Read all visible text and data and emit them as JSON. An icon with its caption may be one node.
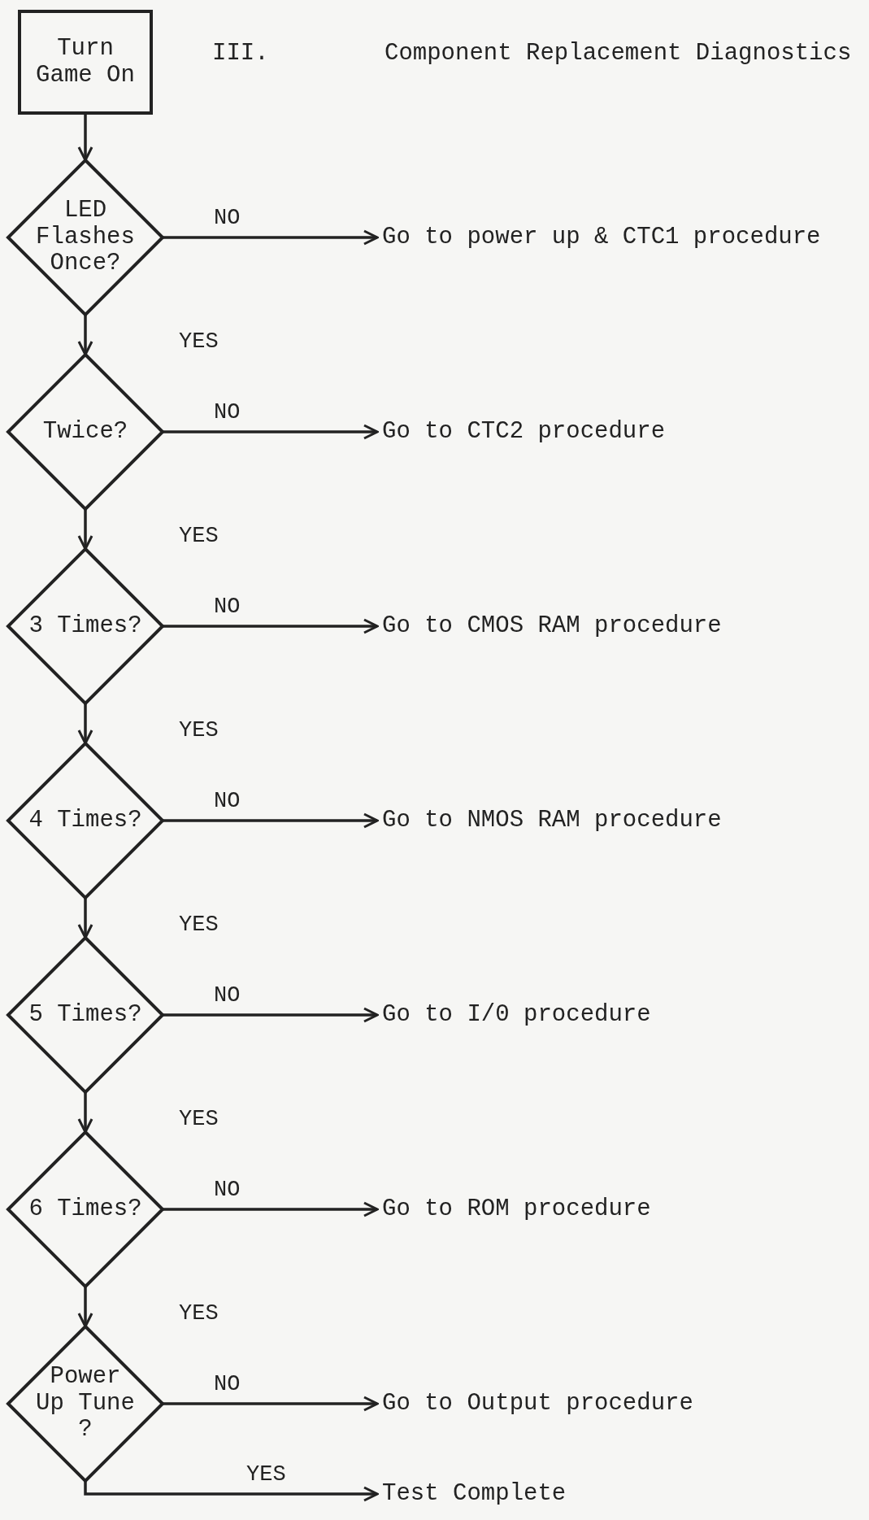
{
  "diagram": {
    "title": "Component Replacement Diagnostics",
    "nodes": [
      {
        "text": [
          "Turn Game On"
        ]
      },
      {
        "text": [
          "LED Flashes Once?"
        ]
      },
      {
        "text": [
          "Go to power up & CTC1 procedure"
        ]
      },
      {
        "text": [
          "Twice?"
        ]
      },
      {
        "text": [
          "Go to CTC2 procedure"
        ]
      },
      {
        "text": [
          "3 Times?"
        ]
      },
      {
        "text": [
          "Go to CMOS RAM procedure"
        ]
      },
      {
        "text": [
          "4 Times?"
        ]
      },
      {
        "text": [
          "Go to NMOS RAM procedure"
        ]
      },
      {
        "text": [
          "5 Times?"
        ]
      },
      {
        "text": [
          "Go to I/0 procedure"
        ]
      },
      {
        "text": [
          "6 Times?"
        ]
      },
      {
        "text": [
          "Go to ROM procedure"
        ]
      },
      {
        "text": [
          "Power Up Tune ?"
        ]
      },
      {
        "text": [
          "Go to Output procedure"
        ]
      },
      {
        "text": [
          "Test Complete"
        ]
      }
    ],
    "edges": [
      {
        "from": 0,
        "to": 1,
        "arrow": "to"
      },
      {
        "from": 1,
        "to": 2,
        "arrow": "to",
        "label": "NO"
      },
      {
        "from": 1,
        "to": 3,
        "arrow": "to",
        "label": "YES"
      },
      {
        "from": 3,
        "to": 4,
        "arrow": "to",
        "label": "NO"
      },
      {
        "from": 3,
        "to": 5,
        "arrow": "to",
        "label": "YES"
      },
      {
        "from": 5,
        "to": 6,
        "arrow": "to",
        "label": "NO"
      },
      {
        "from": 5,
        "to": 7,
        "arrow": "to",
        "label": "YES"
      },
      {
        "from": 7,
        "to": 8,
        "arrow": "to",
        "label": "NO"
      },
      {
        "from": 7,
        "to": 9,
        "arrow": "to",
        "label": "YES"
      },
      {
        "from": 9,
        "to": 10,
        "arrow": "to",
        "label": "NO"
      },
      {
        "from": 9,
        "to": 11,
        "arrow": "to",
        "label": "YES"
      },
      {
        "from": 11,
        "to": 12,
        "arrow": "to",
        "label": "NO"
      },
      {
        "from": 11,
        "to": 13,
        "arrow": "to",
        "label": "YES"
      },
      {
        "from": 13,
        "to": 14,
        "arrow": "to",
        "label": "NO"
      },
      {
        "from": 13,
        "to": 15,
        "arrow": "to",
        "label": "YES"
      }
    ],
    "labels": [
      "III."
    ]
  }
}
